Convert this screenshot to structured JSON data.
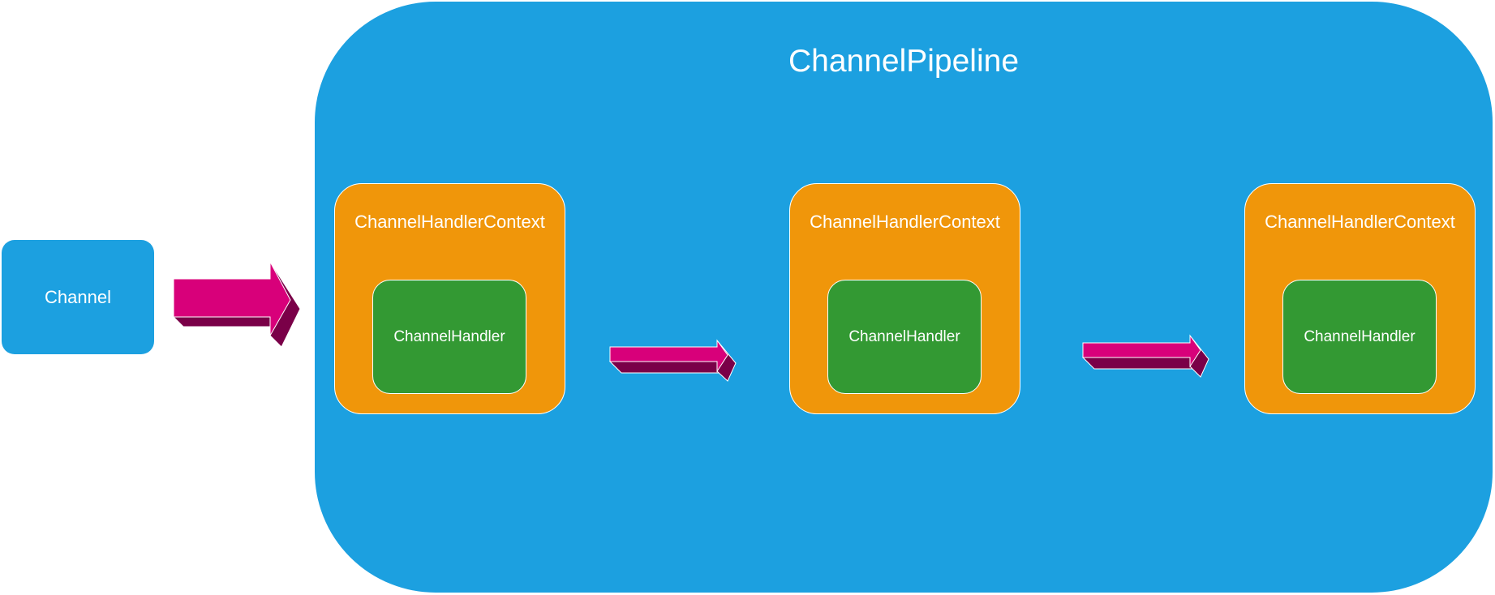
{
  "channel": {
    "label": "Channel"
  },
  "pipeline": {
    "title": "ChannelPipeline",
    "contexts": [
      {
        "label": "ChannelHandlerContext",
        "handler": "ChannelHandler"
      },
      {
        "label": "ChannelHandlerContext",
        "handler": "ChannelHandler"
      },
      {
        "label": "ChannelHandlerContext",
        "handler": "ChannelHandler"
      }
    ]
  },
  "colors": {
    "pipeline": "#1ca0e0",
    "channel": "#1ca0e0",
    "context": "#f0960a",
    "handler": "#339933",
    "arrow_front": "#d8007a",
    "arrow_side": "#7a0048"
  }
}
